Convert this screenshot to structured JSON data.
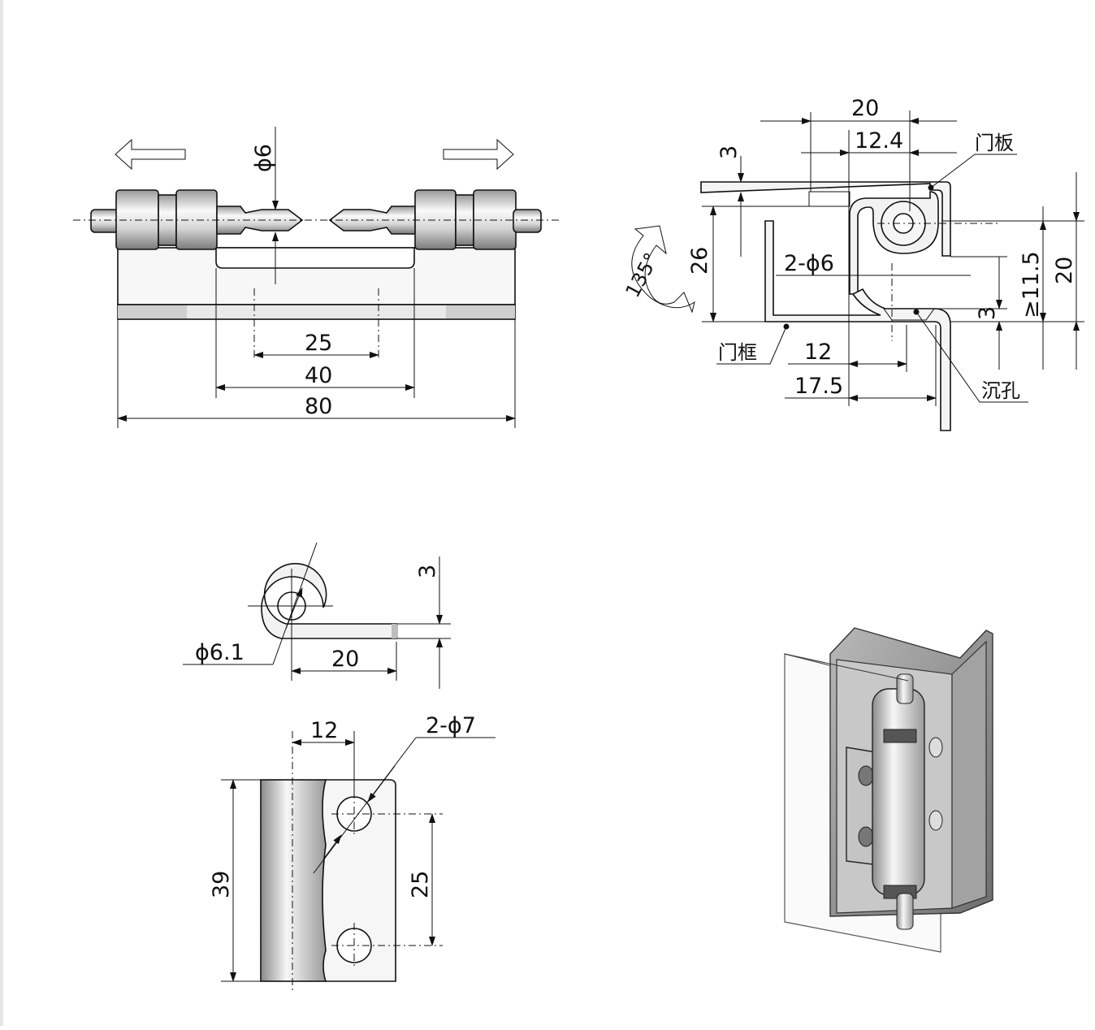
{
  "front_view": {
    "dim_pin_dia": "ϕ6",
    "dim_hole_pitch": "25",
    "dim_inner_width": "40",
    "dim_overall_width": "80"
  },
  "section_view": {
    "dim_top_20": "20",
    "dim_12_4": "12.4",
    "dim_3_top": "3",
    "dim_26": "26",
    "dim_2_phi6": "2-ϕ6",
    "dim_3_right": "3",
    "dim_min_11_5": "≥11.5",
    "dim_20_right": "20",
    "dim_12": "12",
    "dim_17_5": "17.5",
    "angle_135": "135°",
    "label_door_panel": "门板",
    "label_door_frame": "门框",
    "label_countersink": "沉孔"
  },
  "leaf_side_view": {
    "dim_3": "3",
    "dim_phi6_1": "ϕ6.1",
    "dim_20": "20"
  },
  "leaf_top_view": {
    "dim_12": "12",
    "dim_2_phi7": "2-ϕ7",
    "dim_39": "39",
    "dim_25": "25"
  },
  "colors": {
    "line": "#111111",
    "metal_light": "#f2f2f2",
    "metal_dark": "#8a8a8a",
    "panel_fill": "#ececec"
  }
}
